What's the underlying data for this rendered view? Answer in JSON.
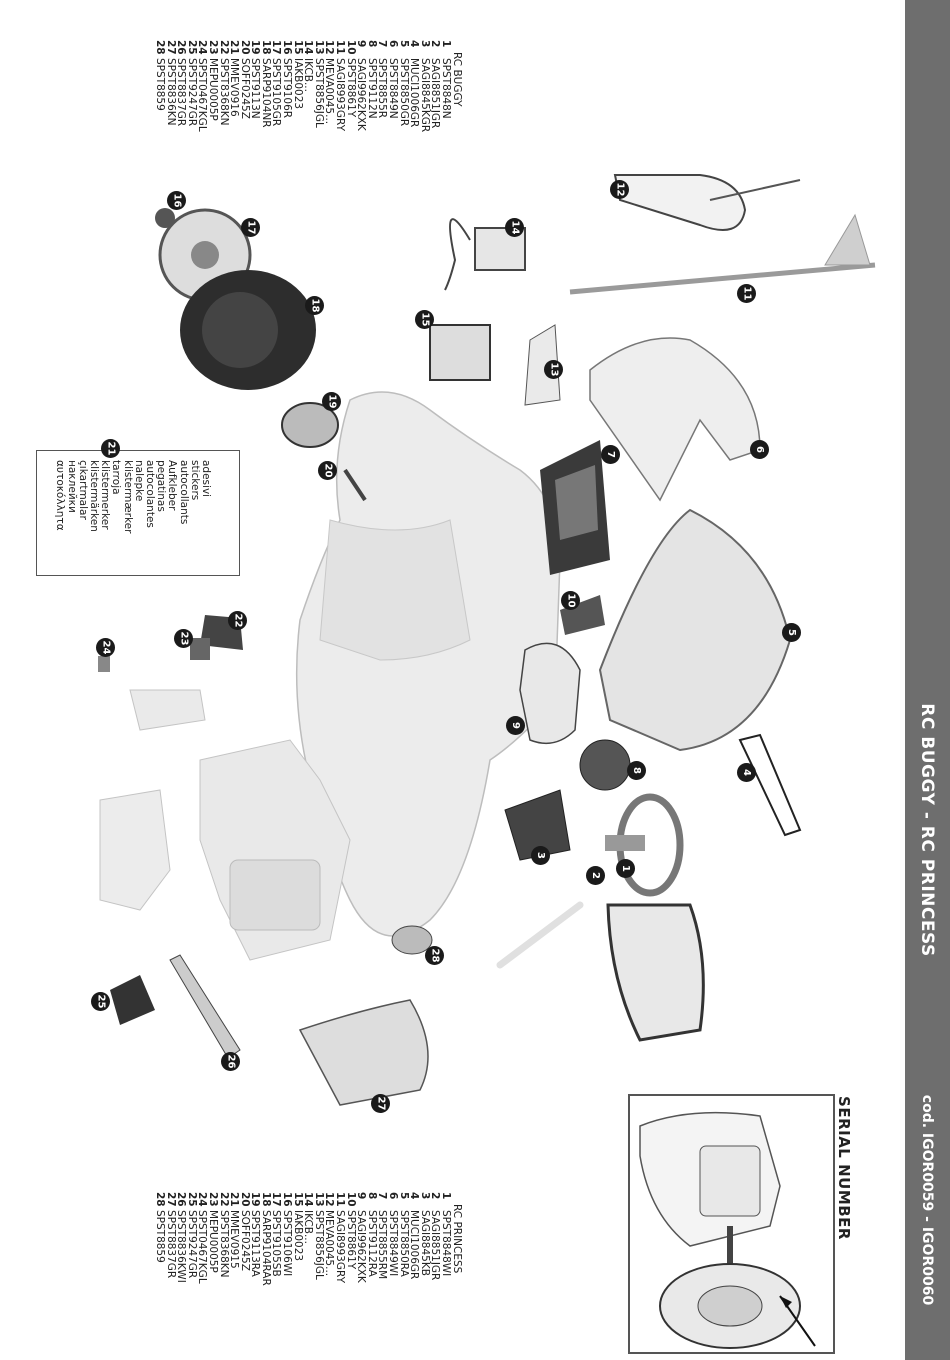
{
  "header": {
    "title": "RC BUGGY - RC PRINCESS",
    "code": "cod. IGOR0059 - IGOR0060"
  },
  "serial": {
    "title": "SERIAL NUMBER"
  },
  "stickers": {
    "number": "21",
    "lines": [
      "adesivi",
      "stickers",
      "autocollants",
      "Aufkleber",
      "pegatinas",
      "autocolantes",
      "nalepke",
      "klistermærker",
      "tarroja",
      "klistermerker",
      "klistermärken",
      "çıkartmalar",
      "наклейки",
      "αυτοκόλλητα"
    ]
  },
  "buggy_list": {
    "title": "RC BUGGY",
    "rows": [
      {
        "n": "1",
        "code": "SPST8848N"
      },
      {
        "n": "2",
        "code": "SAGI8851JGR"
      },
      {
        "n": "3",
        "code": "SAGI8845KGR"
      },
      {
        "n": "4",
        "code": "MUCI1006GR"
      },
      {
        "n": "5",
        "code": "SPST8850GR"
      },
      {
        "n": "6",
        "code": "SPST8849N"
      },
      {
        "n": "7",
        "code": "SPST8855R"
      },
      {
        "n": "8",
        "code": "SPST9112N"
      },
      {
        "n": "9",
        "code": "SAGI9962KXK"
      },
      {
        "n": "10",
        "code": "SPST8861Y"
      },
      {
        "n": "11",
        "code": "SAGI8993GRY"
      },
      {
        "n": "12",
        "code": "MEVA0045..."
      },
      {
        "n": "13",
        "code": "SPST8856JGL"
      },
      {
        "n": "14",
        "code": "IKCB..."
      },
      {
        "n": "15",
        "code": "IAKB0023"
      },
      {
        "n": "16",
        "code": "SPST9106R"
      },
      {
        "n": "17",
        "code": "SPST9105GR"
      },
      {
        "n": "18",
        "code": "SARP9104NR"
      },
      {
        "n": "19",
        "code": "SPST9113N"
      },
      {
        "n": "20",
        "code": "SOFF0245Z"
      },
      {
        "n": "21",
        "code": "MMEV0916"
      },
      {
        "n": "22",
        "code": "SPST8368KN"
      },
      {
        "n": "23",
        "code": "MEPU0005P"
      },
      {
        "n": "24",
        "code": "SPST0467KGL"
      },
      {
        "n": "25",
        "code": "SPST9247GR"
      },
      {
        "n": "26",
        "code": "SPST8837GR"
      },
      {
        "n": "27",
        "code": "SPST8836KN"
      },
      {
        "n": "28",
        "code": "SPST8859"
      }
    ]
  },
  "princess_list": {
    "title": "RC PRINCESS",
    "rows": [
      {
        "n": "1",
        "code": "SPST8848WI"
      },
      {
        "n": "2",
        "code": "SAGI8851JGR"
      },
      {
        "n": "3",
        "code": "SAGI8845KB"
      },
      {
        "n": "4",
        "code": "MUCI1006GR"
      },
      {
        "n": "5",
        "code": "SPST8850RA"
      },
      {
        "n": "6",
        "code": "SPST8849WI"
      },
      {
        "n": "7",
        "code": "SPST8855RM"
      },
      {
        "n": "8",
        "code": "SPST9112RA"
      },
      {
        "n": "9",
        "code": "SAGI9962KXK"
      },
      {
        "n": "10",
        "code": "SPST8861Y"
      },
      {
        "n": "11",
        "code": "SAGI8993GRY"
      },
      {
        "n": "12",
        "code": "MEVA0045..."
      },
      {
        "n": "13",
        "code": "SPST8856JGL"
      },
      {
        "n": "14",
        "code": "IKCB..."
      },
      {
        "n": "15",
        "code": "IAKB0023"
      },
      {
        "n": "16",
        "code": "SPST9106WI"
      },
      {
        "n": "17",
        "code": "SPST9105SB"
      },
      {
        "n": "18",
        "code": "SARP9104RAR"
      },
      {
        "n": "19",
        "code": "SPST9113RA"
      },
      {
        "n": "20",
        "code": "SOFF0245Z"
      },
      {
        "n": "21",
        "code": "MMEV0915"
      },
      {
        "n": "22",
        "code": "SPST8368KN"
      },
      {
        "n": "23",
        "code": "MEPU0005P"
      },
      {
        "n": "24",
        "code": "SPST0467KGL"
      },
      {
        "n": "25",
        "code": "SPST9247GR"
      },
      {
        "n": "26",
        "code": "SPST8836KWI"
      },
      {
        "n": "27",
        "code": "SPST8837GR"
      },
      {
        "n": "28",
        "code": "SPST8859"
      }
    ]
  },
  "callouts": [
    "1",
    "2",
    "3",
    "4",
    "5",
    "6",
    "7",
    "8",
    "9",
    "10",
    "11",
    "12",
    "13",
    "14",
    "15",
    "16",
    "17",
    "18",
    "19",
    "20",
    "22",
    "23",
    "24",
    "25",
    "26",
    "27",
    "28"
  ],
  "colors": {
    "strip": "#6e6e6e",
    "badge": "#1a1a1a",
    "part_light": "#e6e6e6",
    "part_dark": "#3a3a3a"
  }
}
